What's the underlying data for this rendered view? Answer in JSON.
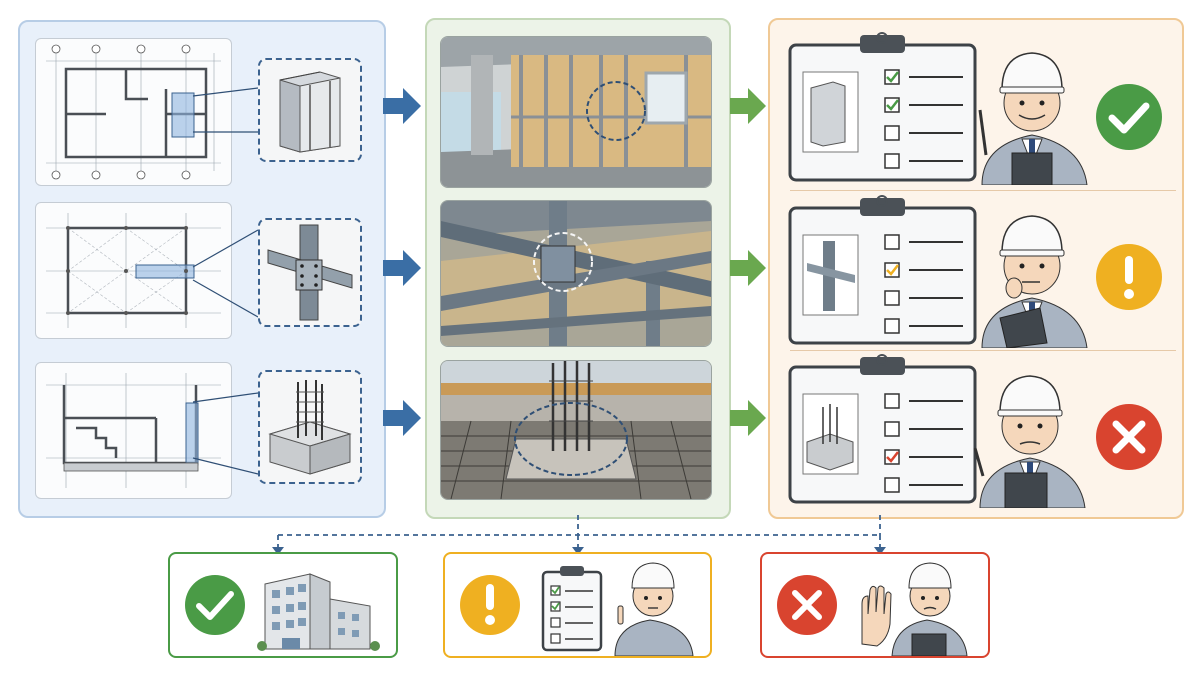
{
  "workflow": {
    "rows": [
      {
        "component": "wall-framing",
        "result": "pass"
      },
      {
        "component": "steel-beam-connection",
        "result": "caution"
      },
      {
        "component": "rebar-foundation",
        "result": "fail"
      }
    ],
    "outcomes": [
      "approved-building",
      "review-checklist",
      "stop-rejection"
    ]
  },
  "colors": {
    "pass": "#4a9b46",
    "caution": "#efb021",
    "fail": "#d9442f",
    "blue_arrow": "#3a6ea5",
    "green_arrow": "#6aa84f",
    "dashed_link": "#3b628f"
  },
  "icons": {
    "pass": "check-mark-icon",
    "caution": "exclamation-icon",
    "fail": "cross-mark-icon"
  }
}
